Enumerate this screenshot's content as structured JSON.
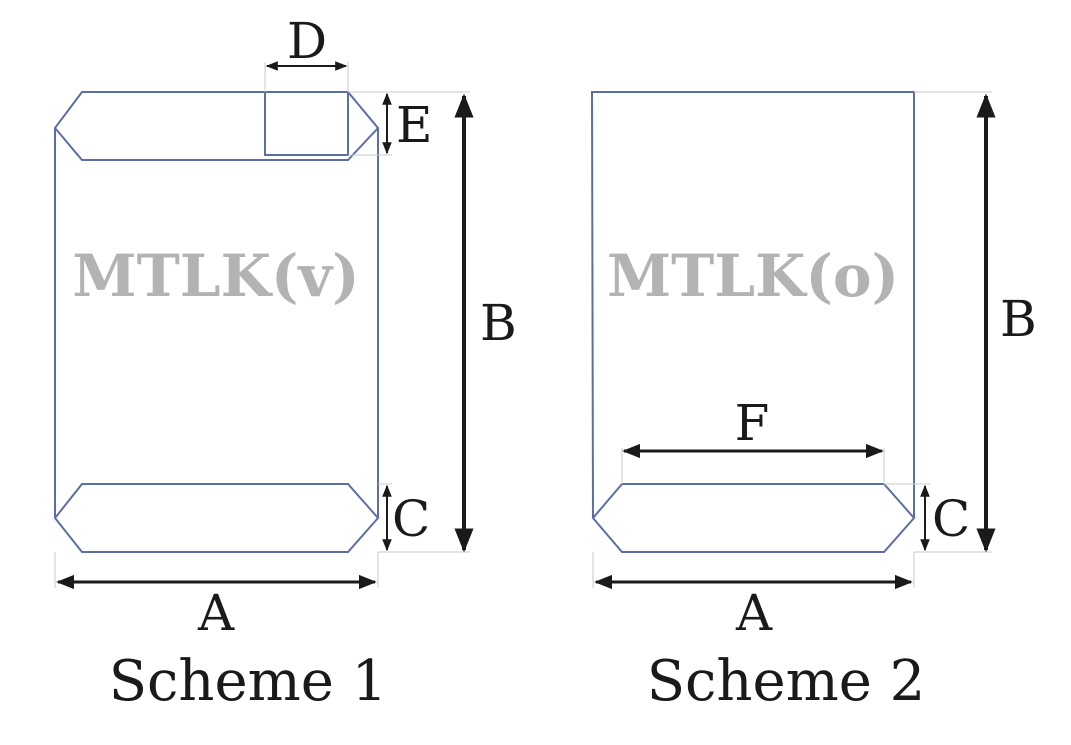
{
  "colors": {
    "outline": "#5b6fa6",
    "dimension": "#1a1a1a",
    "extension": "#c8c8c8",
    "watermark": "#b3b3b3"
  },
  "scheme1": {
    "caption": "Scheme 1",
    "watermark": "MTLK(v)",
    "labels": {
      "A": "A",
      "B": "B",
      "C": "C",
      "D": "D",
      "E": "E"
    }
  },
  "scheme2": {
    "caption": "Scheme 2",
    "watermark": "MTLK(o)",
    "labels": {
      "A": "A",
      "B": "B",
      "C": "C",
      "F": "F"
    }
  }
}
